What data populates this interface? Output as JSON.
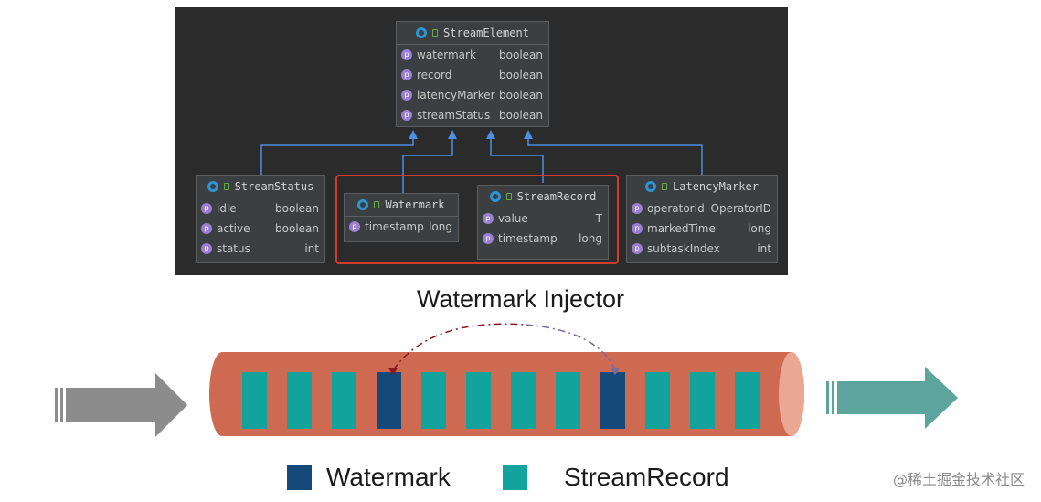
{
  "classes": {
    "stream_element": {
      "name": "StreamElement",
      "fields": [
        {
          "name": "watermark",
          "type": "boolean"
        },
        {
          "name": "record",
          "type": "boolean"
        },
        {
          "name": "latencyMarker",
          "type": "boolean"
        },
        {
          "name": "streamStatus",
          "type": "boolean"
        }
      ]
    },
    "stream_status": {
      "name": "StreamStatus",
      "fields": [
        {
          "name": "idle",
          "type": "boolean"
        },
        {
          "name": "active",
          "type": "boolean"
        },
        {
          "name": "status",
          "type": "int"
        }
      ]
    },
    "watermark": {
      "name": "Watermark",
      "fields": [
        {
          "name": "timestamp",
          "type": "long"
        }
      ]
    },
    "stream_record": {
      "name": "StreamRecord",
      "fields": [
        {
          "name": "value",
          "type": "T"
        },
        {
          "name": "timestamp",
          "type": "long"
        }
      ]
    },
    "latency_marker": {
      "name": "LatencyMarker",
      "fields": [
        {
          "name": "operatorId",
          "type": "OperatorID"
        },
        {
          "name": "markedTime",
          "type": "long"
        },
        {
          "name": "subtaskIndex",
          "type": "int"
        }
      ]
    }
  },
  "injector": {
    "title": "Watermark Injector",
    "sequence": [
      "StreamRecord",
      "StreamRecord",
      "StreamRecord",
      "Watermark",
      "StreamRecord",
      "StreamRecord",
      "StreamRecord",
      "StreamRecord",
      "Watermark",
      "StreamRecord",
      "StreamRecord",
      "StreamRecord"
    ]
  },
  "legend": [
    {
      "label": "Watermark",
      "color": "#15497a"
    },
    {
      "label": "StreamRecord",
      "color": "#12a49c"
    }
  ],
  "colors": {
    "pipe": "#cf6a52",
    "pipe_end": "#e9a794",
    "arrow_in": "#8c8c8c",
    "arrow_out": "#5da49c",
    "injector_arc": "#8b1a1a",
    "inherit_arrow": "#4d8fe0",
    "highlight_box": "#d33b2c"
  },
  "watermark_text": "@稀土掘金技术社区"
}
